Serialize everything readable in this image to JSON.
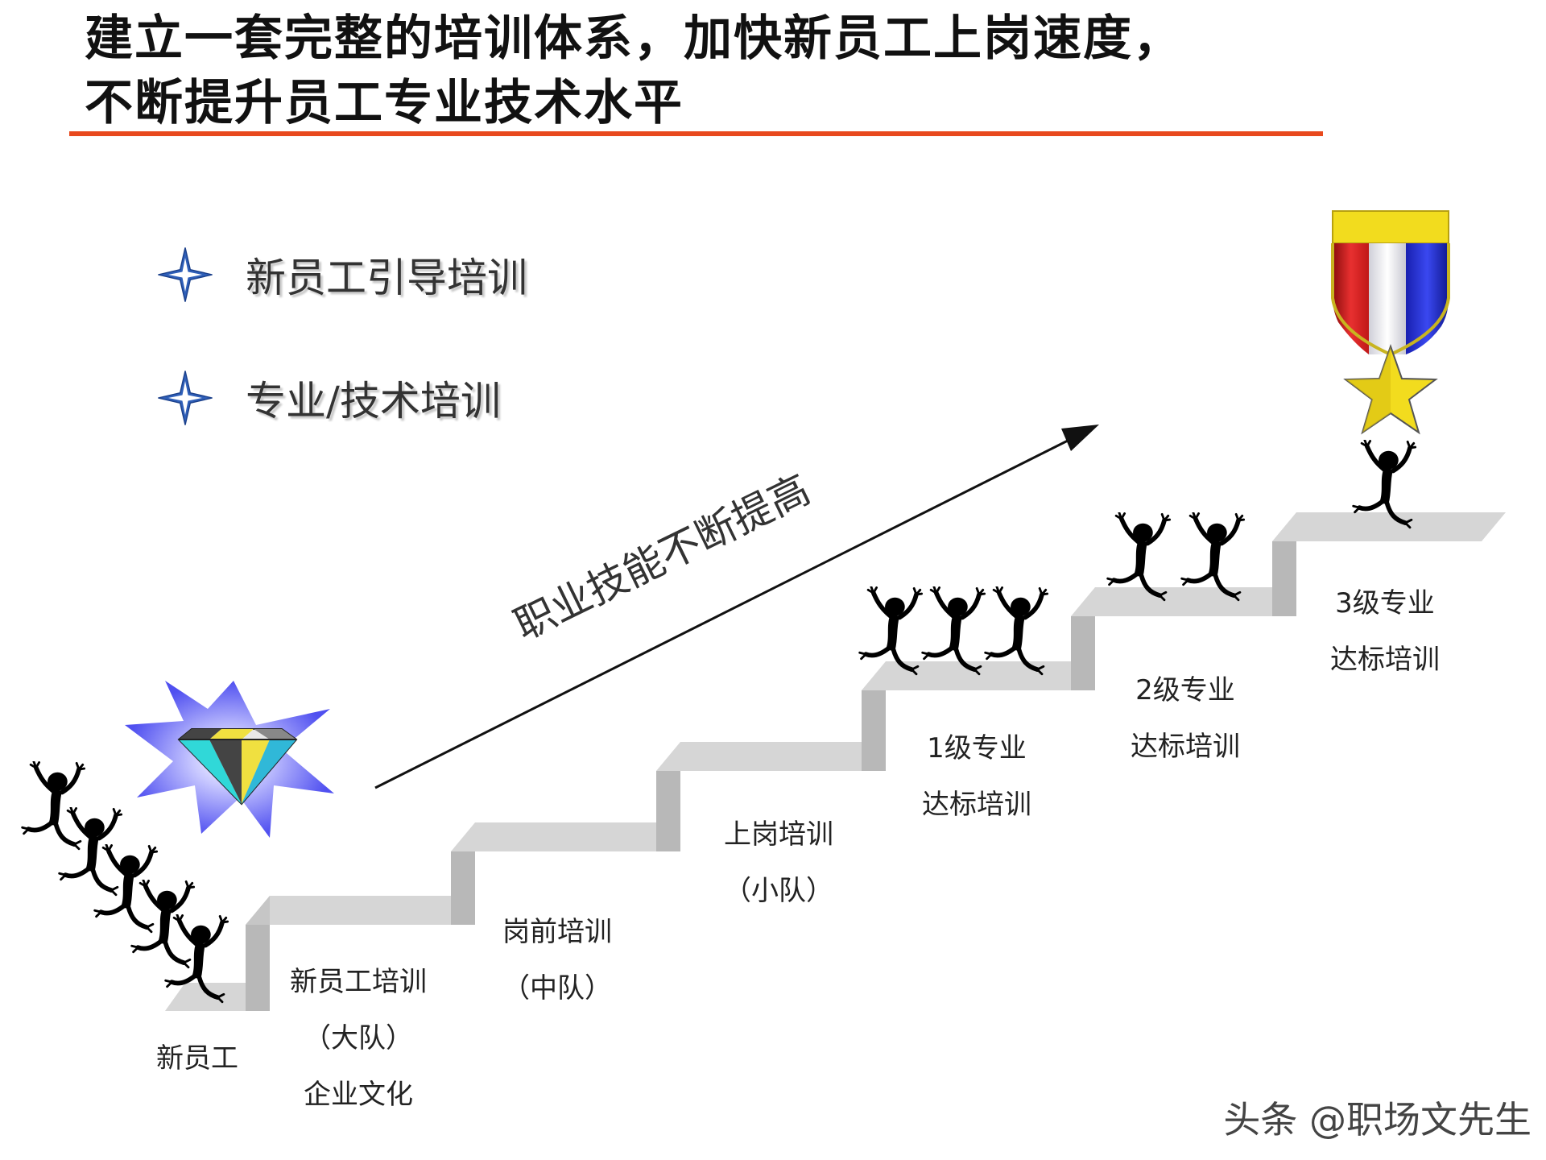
{
  "title": {
    "line1": "建立一套完整的培训体系，加快新员工上岗速度，",
    "line2": "不断提升员工专业技术水平"
  },
  "bullets": [
    {
      "label": "新员工引导培训",
      "icon": "four-point-star-icon"
    },
    {
      "label": "专业/技术培训",
      "icon": "four-point-star-icon"
    }
  ],
  "arrow_label": "职业技能不断提高",
  "stairs": {
    "start": "新员工",
    "steps": [
      {
        "lines": [
          "新员工培训",
          "（大队）",
          "企业文化"
        ]
      },
      {
        "lines": [
          "岗前培训",
          "（中队）"
        ]
      },
      {
        "lines": [
          "上岗培训",
          "（小队）"
        ]
      },
      {
        "lines": [
          "1级专业",
          "达标培训"
        ]
      },
      {
        "lines": [
          "2级专业",
          "达标培训"
        ]
      },
      {
        "lines": [
          "3级专业",
          "达标培训"
        ]
      }
    ]
  },
  "watermark": "头条 @职场文先生",
  "colors": {
    "title_rule": "#e8491d",
    "star": "#2f5fb8",
    "stair_top": "#d6d6d6",
    "stair_riser": "#b8b8b8",
    "medal_red": "#d62020",
    "medal_blue": "#2030c8",
    "medal_gold": "#f2dc1e"
  }
}
